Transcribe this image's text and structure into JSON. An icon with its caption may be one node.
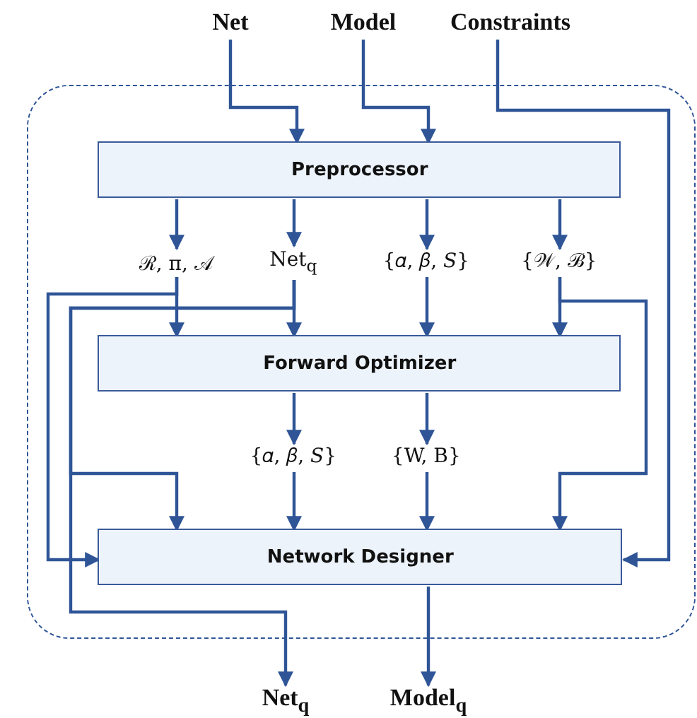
{
  "diagram": {
    "nodes": [
      {
        "text": [],
        "shape": "box"
      },
      {
        "text": [
          "Net"
        ]
      },
      {
        "text": [
          "Model"
        ]
      },
      {
        "text": [
          "Constraints"
        ]
      },
      {
        "text": [
          "Preprocessor"
        ],
        "in": 0
      },
      {
        "text": [
          "ℛ, π, 𝒜"
        ],
        "in": 0
      },
      {
        "text": [
          "Net$_{q}$"
        ],
        "in": 0
      },
      {
        "text": [
          "{𝛼, 𝛽, 𝑆}"
        ],
        "in": 0
      },
      {
        "text": [
          "{𝒲, ℬ}"
        ],
        "in": 0
      },
      {
        "text": [
          "Forward Optimizer"
        ],
        "in": 0
      },
      {
        "text": [
          "{𝛼, 𝛽, 𝑆}"
        ],
        "in": 0
      },
      {
        "text": [
          "{W, B}"
        ],
        "in": 0
      },
      {
        "text": [
          "Network Designer"
        ],
        "in": 0
      },
      {
        "text": [
          "Net$_{q}$"
        ]
      },
      {
        "text": [
          "Model$_{q}$"
        ]
      }
    ],
    "edges": [
      {
        "from": 1,
        "to": 4,
        "arrow": "to"
      },
      {
        "from": 2,
        "to": 4,
        "arrow": "to"
      },
      {
        "from": 3,
        "to": 12,
        "arrow": "to"
      },
      {
        "from": 4,
        "to": 5,
        "arrow": "to"
      },
      {
        "from": 4,
        "to": 6,
        "arrow": "to"
      },
      {
        "from": 4,
        "to": 7,
        "arrow": "to"
      },
      {
        "from": 4,
        "to": 8,
        "arrow": "to"
      },
      {
        "from": 5,
        "to": 9,
        "arrow": "to"
      },
      {
        "from": 5,
        "to": 12,
        "arrow": "to"
      },
      {
        "from": 6,
        "to": 9,
        "arrow": "to"
      },
      {
        "from": 6,
        "to": 12,
        "arrow": "to"
      },
      {
        "from": 6,
        "to": 13,
        "arrow": "to"
      },
      {
        "from": 7,
        "to": 9,
        "arrow": "to"
      },
      {
        "from": 8,
        "to": 9,
        "arrow": "to"
      },
      {
        "from": 8,
        "to": 12,
        "arrow": "to"
      },
      {
        "from": 9,
        "to": 10,
        "arrow": "to"
      },
      {
        "from": 9,
        "to": 11,
        "arrow": "to"
      },
      {
        "from": 10,
        "to": 12,
        "arrow": "to"
      },
      {
        "from": 11,
        "to": 12,
        "arrow": "to"
      },
      {
        "from": 12,
        "to": 14,
        "arrow": "to"
      }
    ]
  }
}
